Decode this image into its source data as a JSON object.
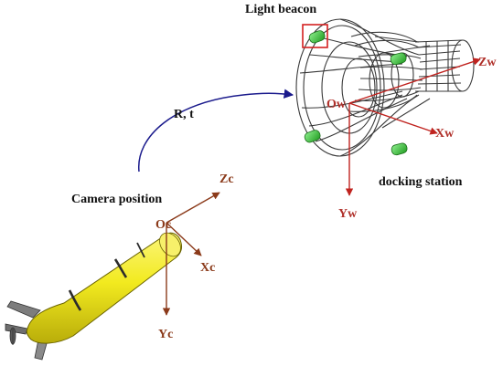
{
  "labels": {
    "light_beacon": "Light beacon",
    "docking_station": "docking station",
    "camera_position": "Camera position",
    "transform": "R, t"
  },
  "world_frame": {
    "origin": "Ow",
    "x": "Xw",
    "y": "Yw",
    "z": "Zw"
  },
  "camera_frame": {
    "origin": "Oc",
    "x": "Xc",
    "y": "Yc",
    "z": "Zc"
  },
  "colors": {
    "world_axes": "#c0231f",
    "camera_axes": "#8b3a1a",
    "transform_arrow": "#1a1a8c",
    "beacon": "#3fd13f",
    "beacon_box": "#d42020",
    "auv_body": "#f2ea1f"
  }
}
